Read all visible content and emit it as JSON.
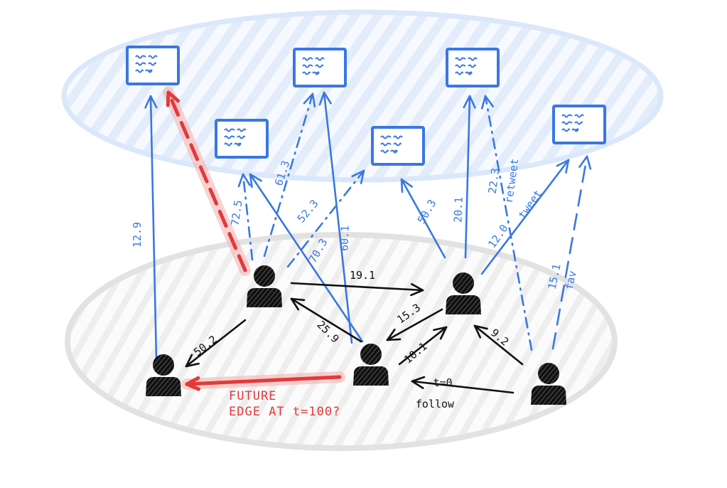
{
  "colors": {
    "blue": "#3a78e0",
    "black": "#111111",
    "red": "#e23a3a",
    "top_cloud": "#d7e5fb",
    "bottom_cloud": "#e4e4e4"
  },
  "users": [
    {
      "id": "u1",
      "icon": "person-icon"
    },
    {
      "id": "u2",
      "icon": "person-icon"
    },
    {
      "id": "u3",
      "icon": "person-icon"
    },
    {
      "id": "u4",
      "icon": "person-icon"
    },
    {
      "id": "u5",
      "icon": "person-icon"
    }
  ],
  "tweets": [
    {
      "id": "d1",
      "icon": "tweet-card-icon"
    },
    {
      "id": "d2",
      "icon": "tweet-card-icon"
    },
    {
      "id": "d3",
      "icon": "tweet-card-icon"
    },
    {
      "id": "d4",
      "icon": "tweet-card-icon"
    },
    {
      "id": "d5",
      "icon": "tweet-card-icon"
    },
    {
      "id": "d6",
      "icon": "tweet-card-icon"
    }
  ],
  "edges": [
    {
      "id": "e1",
      "from": "u2",
      "to": "d1",
      "label": "12.9",
      "kind": "tweet",
      "style": "solid"
    },
    {
      "id": "e2",
      "from": "u1",
      "to": "d2",
      "label": "72.5",
      "kind": "retweet",
      "style": "dashdot"
    },
    {
      "id": "e3",
      "from": "u1",
      "to": "d3",
      "label": "61.3",
      "kind": "retweet",
      "style": "dashdot"
    },
    {
      "id": "e4",
      "from": "u1",
      "to": "d4",
      "label": "52.3",
      "kind": "retweet",
      "style": "dashdot"
    },
    {
      "id": "e5",
      "from": "u3",
      "to": "d2",
      "label": "70.3",
      "kind": "tweet",
      "style": "solid"
    },
    {
      "id": "e6",
      "from": "u3",
      "to": "d3",
      "label": "60.1",
      "kind": "tweet",
      "style": "solid"
    },
    {
      "id": "e7",
      "from": "u4",
      "to": "d4",
      "label": "50.3",
      "kind": "tweet",
      "style": "solid"
    },
    {
      "id": "e8",
      "from": "u4",
      "to": "d5",
      "label": "20.1",
      "kind": "tweet",
      "style": "solid"
    },
    {
      "id": "e9",
      "from": "u5",
      "to": "d5",
      "label": "22.3",
      "kind": "retweet",
      "style": "dashdot",
      "annotation": "retweet"
    },
    {
      "id": "e10",
      "from": "u4",
      "to": "d6",
      "label": "12.0",
      "kind": "tweet",
      "style": "solid",
      "annotation": "tweet"
    },
    {
      "id": "e11",
      "from": "u5",
      "to": "d6",
      "label": "15.1",
      "kind": "fav",
      "style": "dashed",
      "annotation": "fav"
    },
    {
      "id": "e12",
      "from": "u1",
      "to": "u4",
      "label": "19.1",
      "kind": "follow",
      "style": "solid"
    },
    {
      "id": "e13",
      "from": "u3",
      "to": "u1",
      "label": "25.9",
      "kind": "follow",
      "style": "solid"
    },
    {
      "id": "e14",
      "from": "u1",
      "to": "u2",
      "label": "50.2",
      "kind": "follow",
      "style": "solid"
    },
    {
      "id": "e15",
      "from": "u4",
      "to": "u3",
      "label": "15.3",
      "kind": "follow",
      "style": "solid"
    },
    {
      "id": "e16",
      "from": "u3",
      "to": "u4",
      "label": "10.1",
      "kind": "follow",
      "style": "solid"
    },
    {
      "id": "e17",
      "from": "u5",
      "to": "u4",
      "label": "9.2",
      "kind": "follow",
      "style": "solid"
    },
    {
      "id": "e18",
      "from": "u5",
      "to": "u3",
      "label": "t=0",
      "kind": "follow",
      "style": "solid",
      "annotation": "follow"
    },
    {
      "id": "e19",
      "from": "u3",
      "to": "u2",
      "label": "",
      "kind": "future",
      "style": "solid"
    },
    {
      "id": "e20",
      "from": "u1",
      "to": "d1",
      "label": "",
      "kind": "future",
      "style": "dashed"
    }
  ],
  "future_note": {
    "line1": "FUTURE",
    "line2": "EDGE AT t=100?"
  }
}
